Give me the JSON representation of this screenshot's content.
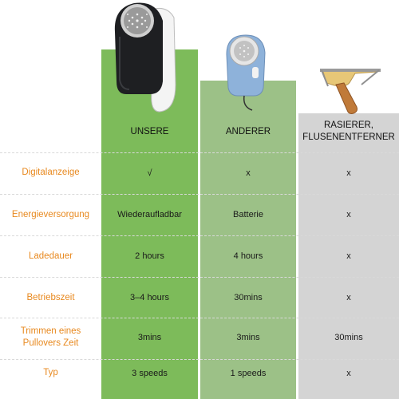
{
  "columns": {
    "ours": "UNSERE",
    "other": "ANDERER",
    "razor_line1": "RASIERER,",
    "razor_line2": "FLUSENENTFERNER"
  },
  "rows": [
    {
      "label": "Digitalanzeige",
      "ours": "√",
      "other": "x",
      "razor": "x"
    },
    {
      "label": "Energieversorgung",
      "ours": "Wiederaufladbar",
      "other": "Batterie",
      "razor": "x"
    },
    {
      "label": "Ladedauer",
      "ours": "2 hours",
      "other": "4 hours",
      "razor": "x"
    },
    {
      "label": "Betriebszeit",
      "ours": "3–4 hours",
      "other": "30mins",
      "razor": "x"
    },
    {
      "label_line1": "Trimmen eines",
      "label_line2": "Pullovers Zeit",
      "ours": "3mins",
      "other": "3mins",
      "razor": "30mins"
    },
    {
      "label": "Typ",
      "ours": "3 speeds",
      "other": "1 speeds",
      "razor": "x"
    }
  ],
  "colors": {
    "ours_column": "#7dbb5a",
    "other_column": "#9cc187",
    "razor_column": "#d4d4d4",
    "row_label": "#e8891f"
  },
  "images": [
    "black-white-lint-remover-image",
    "blue-lint-shaver-image",
    "wooden-lint-razor-image"
  ]
}
